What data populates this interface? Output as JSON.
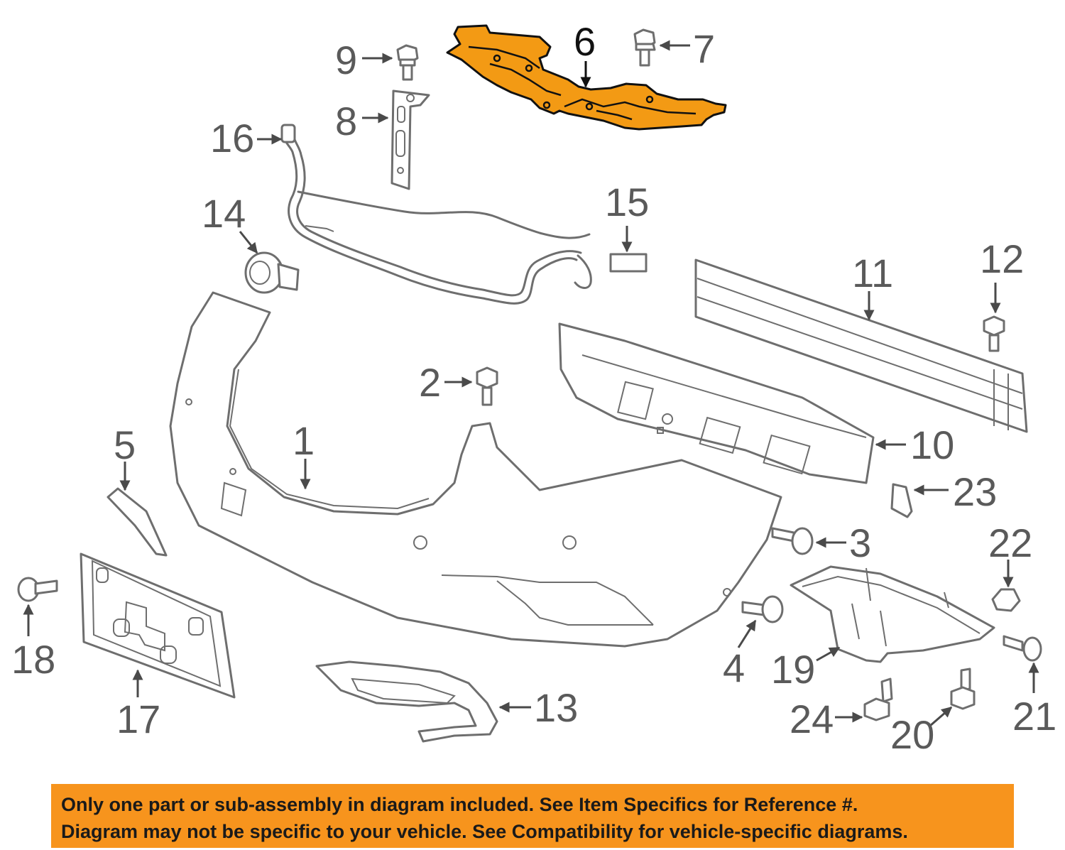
{
  "diagram": {
    "highlight_color": "#f39a14",
    "line_color": "#6e6e6e",
    "highlighted_part": "6",
    "callouts": [
      "1",
      "2",
      "3",
      "4",
      "5",
      "6",
      "7",
      "8",
      "9",
      "10",
      "11",
      "12",
      "13",
      "14",
      "15",
      "16",
      "17",
      "18",
      "19",
      "20",
      "21",
      "22",
      "23",
      "24"
    ]
  },
  "notice": {
    "background": "#f7941d",
    "line1": "Only one part or sub-assembly in diagram included. See Item Specifics for Reference #.",
    "line2": "Diagram may not be specific to your vehicle. See Compatibility for vehicle-specific diagrams."
  }
}
